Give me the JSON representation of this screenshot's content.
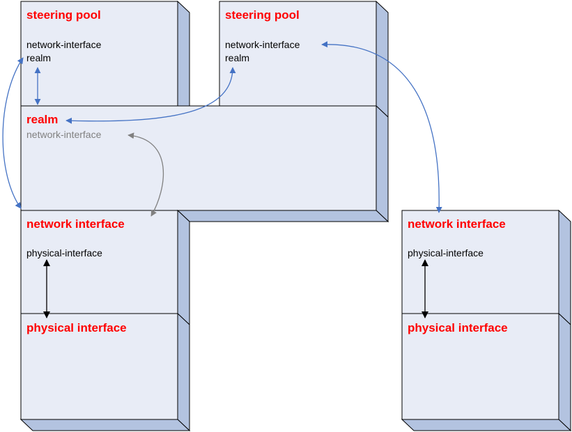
{
  "colors": {
    "face": "#e8ecf6",
    "side": "#b3c3e0",
    "title": "#ff0000",
    "attr": "#000000",
    "attr_muted": "#808080",
    "arrow_blue": "#4472c4",
    "arrow_gray": "#808080",
    "arrow_black": "#000000"
  },
  "left_column": {
    "steering_pool": {
      "title": "steering pool",
      "attr1": "network-interface",
      "attr2": "realm"
    },
    "network_interface": {
      "title": "network interface",
      "attr1": "physical-interface"
    },
    "physical_interface": {
      "title": "physical interface"
    }
  },
  "middle": {
    "steering_pool": {
      "title": "steering pool",
      "attr1": "network-interface",
      "attr2": "realm"
    }
  },
  "realm": {
    "title": "realm",
    "attr1": "network-interface"
  },
  "right_column": {
    "network_interface": {
      "title": "network interface",
      "attr1": "physical-interface"
    },
    "physical_interface": {
      "title": "physical interface"
    }
  }
}
